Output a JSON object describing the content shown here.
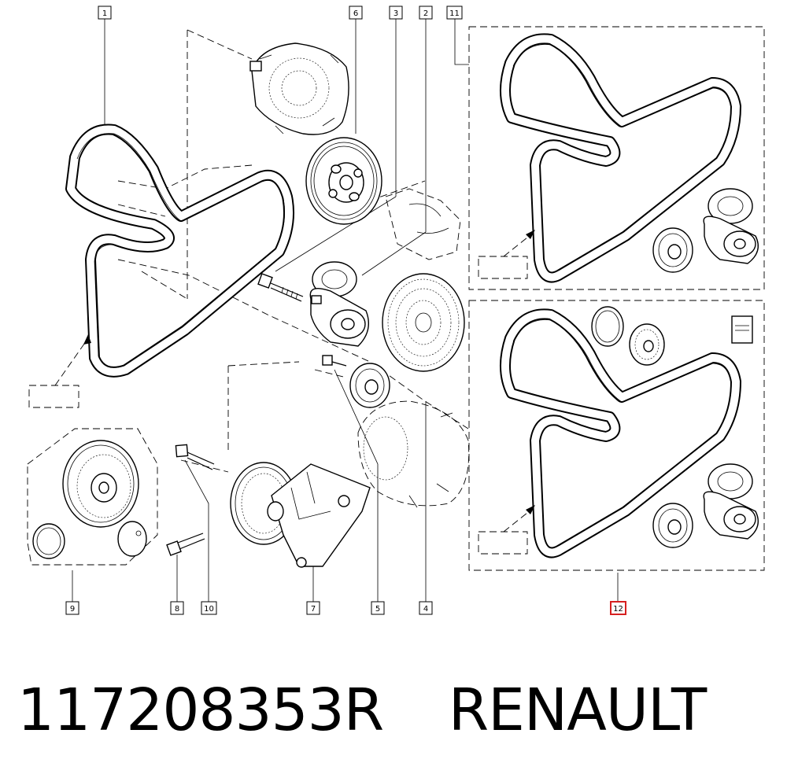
{
  "callouts": [
    {
      "id": "c1",
      "label": "1",
      "highlighted": false
    },
    {
      "id": "c2",
      "label": "2",
      "highlighted": false
    },
    {
      "id": "c3",
      "label": "3",
      "highlighted": false
    },
    {
      "id": "c4",
      "label": "4",
      "highlighted": false
    },
    {
      "id": "c5",
      "label": "5",
      "highlighted": false
    },
    {
      "id": "c6",
      "label": "6",
      "highlighted": false
    },
    {
      "id": "c7",
      "label": "7",
      "highlighted": false
    },
    {
      "id": "c8",
      "label": "8",
      "highlighted": false
    },
    {
      "id": "c9",
      "label": "9",
      "highlighted": false
    },
    {
      "id": "c10",
      "label": "10",
      "highlighted": false
    },
    {
      "id": "c11",
      "label": "11",
      "highlighted": false
    },
    {
      "id": "c12",
      "label": "12",
      "highlighted": true
    }
  ],
  "highlight_color": "#d62020",
  "caption": {
    "part_number": "117208353R",
    "brand": "RENAULT"
  }
}
